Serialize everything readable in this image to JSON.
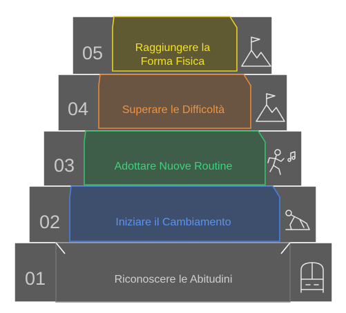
{
  "colors": {
    "block_fill": "#5b5b5b",
    "block_stroke": "#ffffff",
    "number_color": "#c9c9c9",
    "icon_color": "#e6e6e6",
    "step1_text": "#cfcfcf"
  },
  "steps": [
    {
      "number": "01",
      "lines": [
        "Riconoscere le Abitudini"
      ],
      "accent": "",
      "fill": "",
      "text_color": "#cfcfcf",
      "icon": "door-cabinet-icon"
    },
    {
      "number": "02",
      "lines": [
        "Iniziare il Cambiamento"
      ],
      "accent": "#4a7fe0",
      "fill": "#3e4f6e",
      "text_color": "#5b93f0",
      "icon": "crouching-start-icon"
    },
    {
      "number": "03",
      "lines": [
        "Adottare Nuove Routine"
      ],
      "accent": "#34c26e",
      "fill": "#3f5e49",
      "text_color": "#3ed27a",
      "icon": "dancing-figure-icon"
    },
    {
      "number": "04",
      "lines": [
        "Superare le Difficoltà"
      ],
      "accent": "#e8893a",
      "fill": "#6a5542",
      "text_color": "#f2923c",
      "icon": "mountain-flag-icon"
    },
    {
      "number": "05",
      "lines": [
        "Raggiungere la",
        "Forma Fisica"
      ],
      "accent": "#e9d21f",
      "fill": "#5f5a32",
      "text_color": "#f5e21d",
      "icon": "mountain-summit-flag-icon"
    }
  ]
}
